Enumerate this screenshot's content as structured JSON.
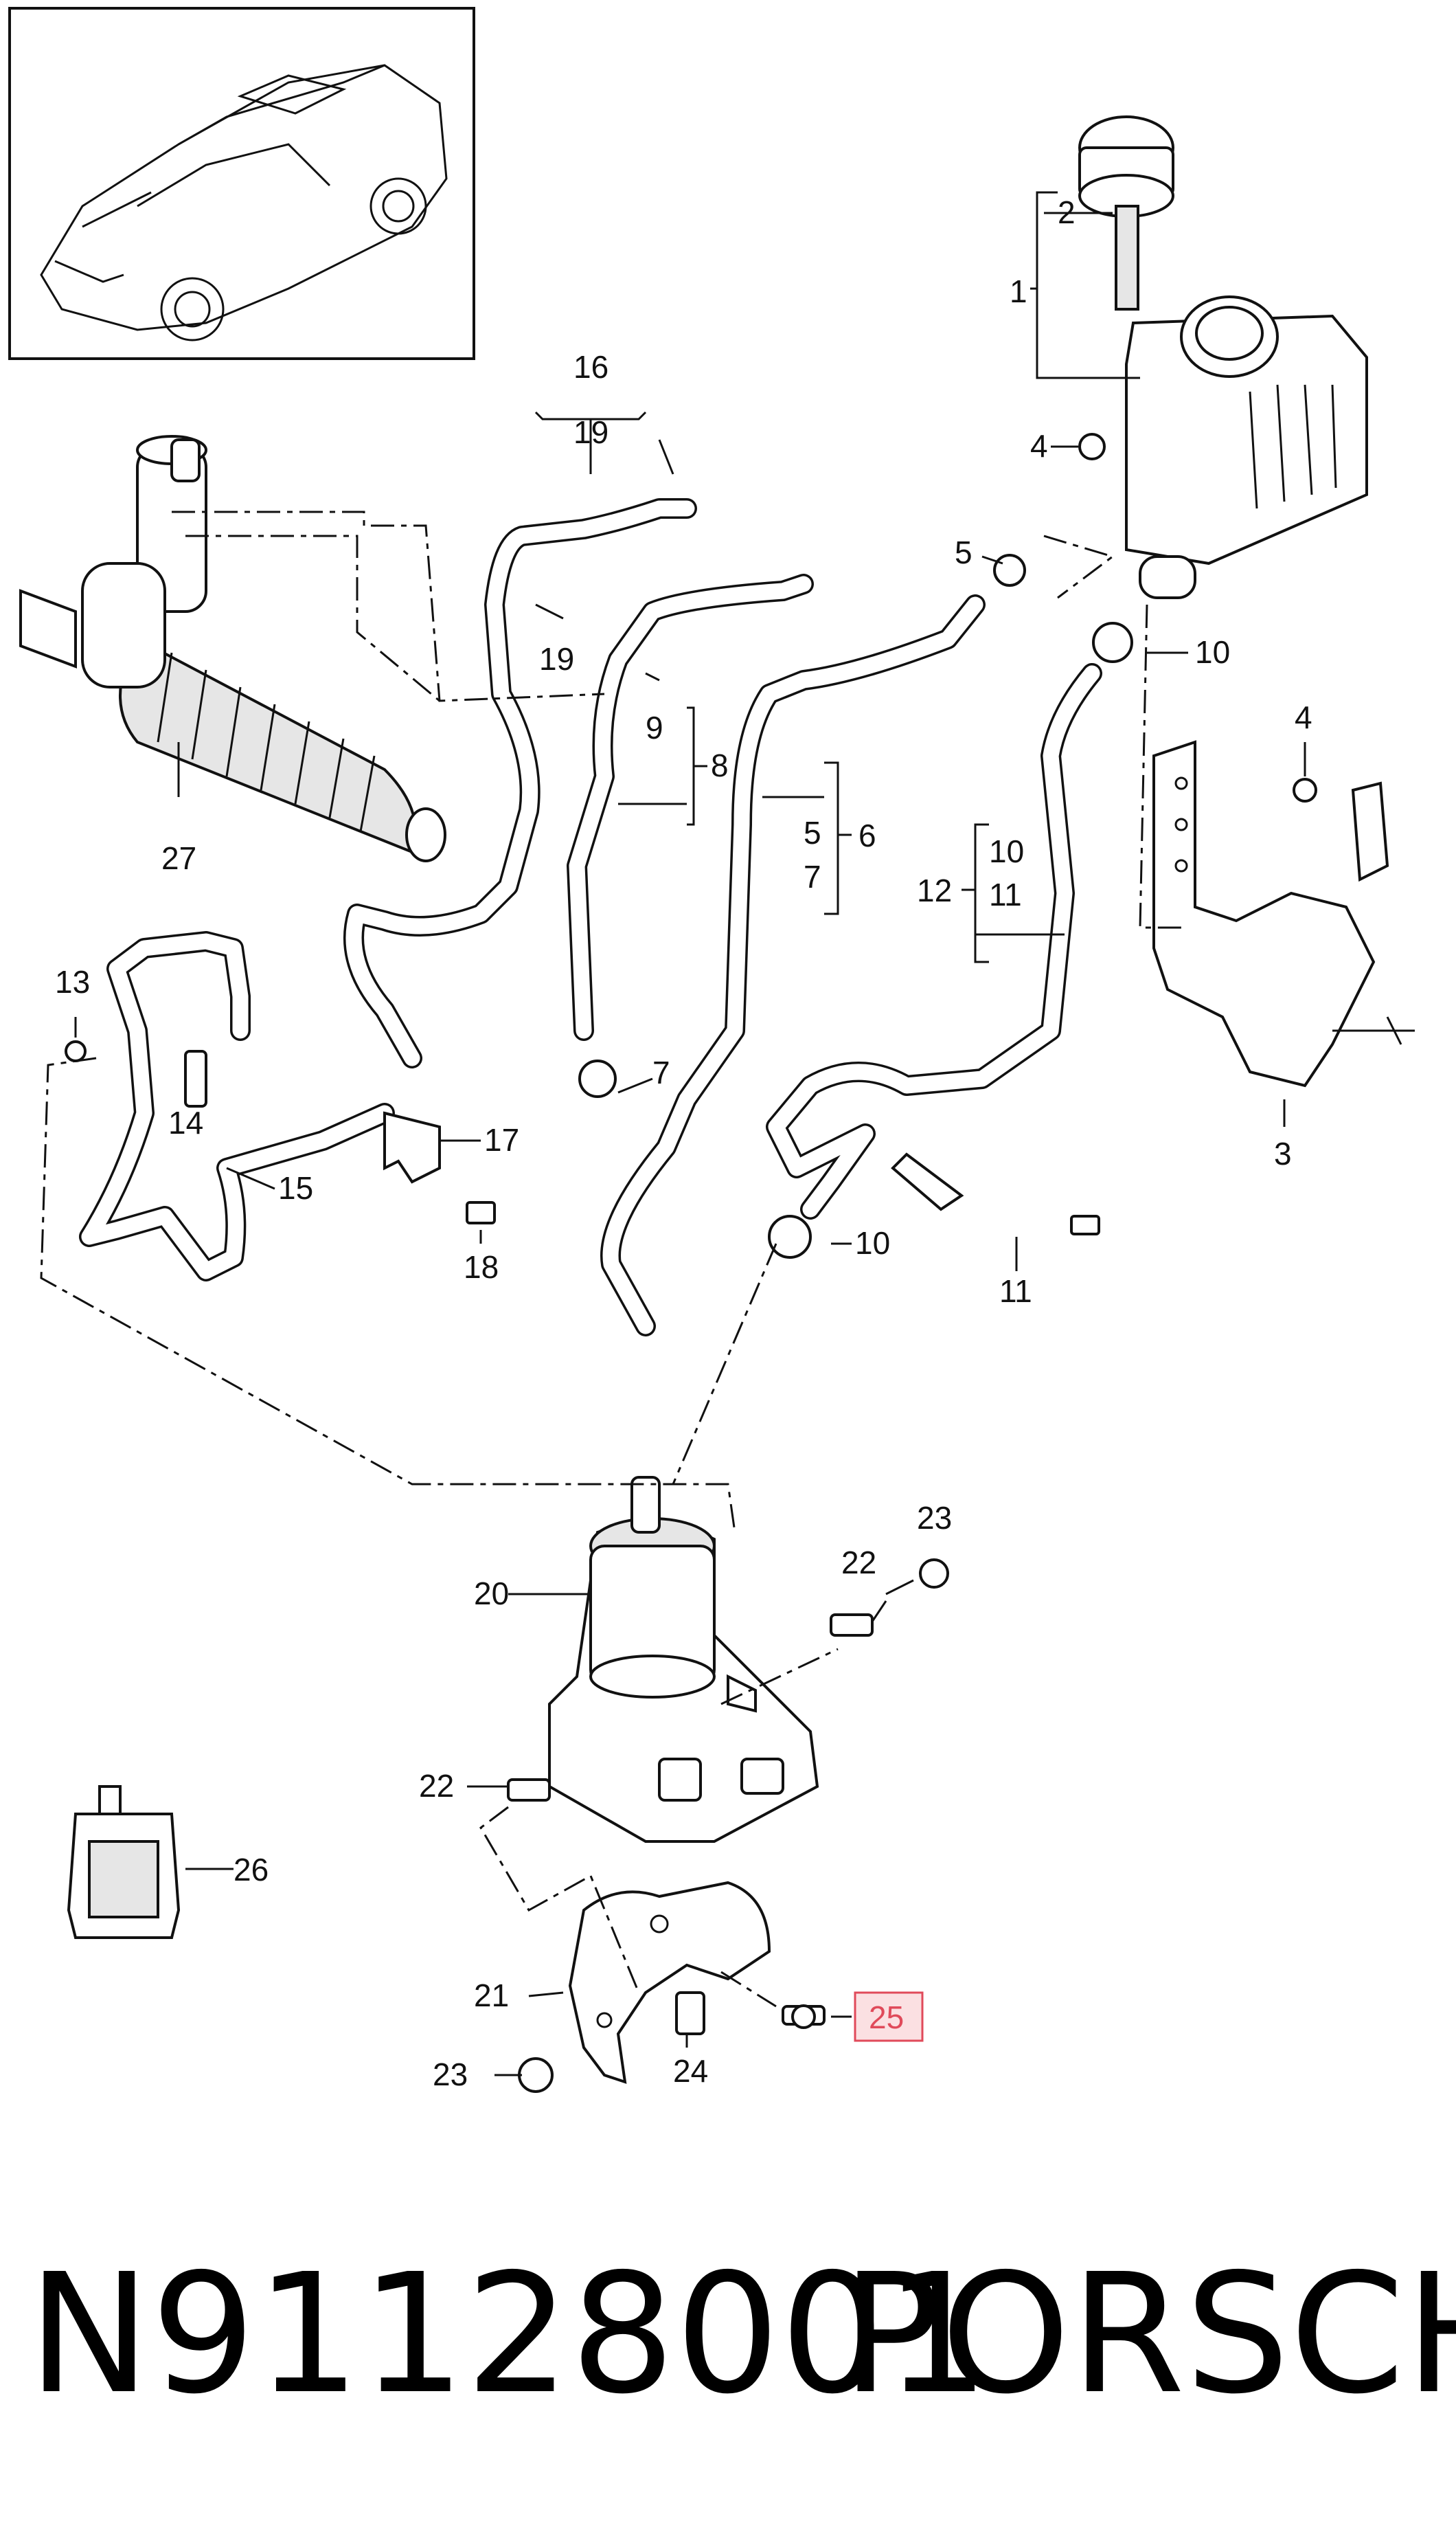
{
  "diagram": {
    "callouts": [
      {
        "id": "c1",
        "text": "1"
      },
      {
        "id": "c2",
        "text": "2"
      },
      {
        "id": "c3",
        "text": "3"
      },
      {
        "id": "c4a",
        "text": "4"
      },
      {
        "id": "c4b",
        "text": "4"
      },
      {
        "id": "c5a",
        "text": "5"
      },
      {
        "id": "c5b",
        "text": "5"
      },
      {
        "id": "c6",
        "text": "6"
      },
      {
        "id": "c7a",
        "text": "7"
      },
      {
        "id": "c7b",
        "text": "7"
      },
      {
        "id": "c8",
        "text": "8"
      },
      {
        "id": "c9",
        "text": "9"
      },
      {
        "id": "c10a",
        "text": "10"
      },
      {
        "id": "c10b",
        "text": "10"
      },
      {
        "id": "c10c",
        "text": "10"
      },
      {
        "id": "c11a",
        "text": "11"
      },
      {
        "id": "c11b",
        "text": "11"
      },
      {
        "id": "c12",
        "text": "12"
      },
      {
        "id": "c13",
        "text": "13"
      },
      {
        "id": "c14",
        "text": "14"
      },
      {
        "id": "c15",
        "text": "15"
      },
      {
        "id": "c16",
        "text": "16"
      },
      {
        "id": "c17",
        "text": "17"
      },
      {
        "id": "c18",
        "text": "18"
      },
      {
        "id": "c19a",
        "text": "19"
      },
      {
        "id": "c19b",
        "text": "19"
      },
      {
        "id": "c20",
        "text": "20"
      },
      {
        "id": "c21",
        "text": "21"
      },
      {
        "id": "c22a",
        "text": "22"
      },
      {
        "id": "c22b",
        "text": "22"
      },
      {
        "id": "c23a",
        "text": "23"
      },
      {
        "id": "c23b",
        "text": "23"
      },
      {
        "id": "c24",
        "text": "24"
      },
      {
        "id": "c26",
        "text": "26"
      },
      {
        "id": "c27",
        "text": "27"
      }
    ],
    "highlighted_callout": {
      "text": "25",
      "box_color": "#fbe0e2",
      "border_color": "#e04a5a"
    }
  },
  "caption": {
    "part_number": "N91128001",
    "brand": "PORSCHE"
  }
}
